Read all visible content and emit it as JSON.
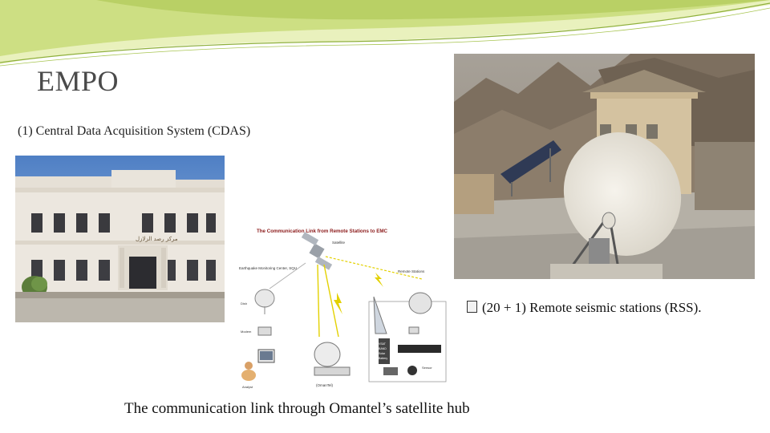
{
  "slide": {
    "title": "EMPO",
    "subtitle": "(1) Central Data Acquisition System (CDAS)",
    "rss_text": "(20 + 1) Remote seismic stations (RSS).",
    "caption": "The communication link through Omantel’s satellite hub"
  },
  "building": {
    "sign_text": "مركز رصد الزلازل"
  },
  "diagram": {
    "title": "The Communication Link from Remote Stations to EMC",
    "satellite_label": "Satellite",
    "emc_label": "Earthquake Monitoring Center, SQU",
    "remote_label": "Remote Stations",
    "hub_label": "(OmanTel)",
    "dish_small_label": "Dish",
    "modem_label": "Modem",
    "analyst_label": "Analyst",
    "sensor_label": "Sensor",
    "equipment_labels": [
      "VSAT",
      "BAND",
      "Solar",
      "Battery"
    ]
  },
  "colors": {
    "banner_light": "#e6efb4",
    "banner_mid": "#c9dc7a",
    "banner_line": "#8fb03c",
    "diagram_title": "#8b1a1a",
    "link_yellow": "#e3d100"
  }
}
